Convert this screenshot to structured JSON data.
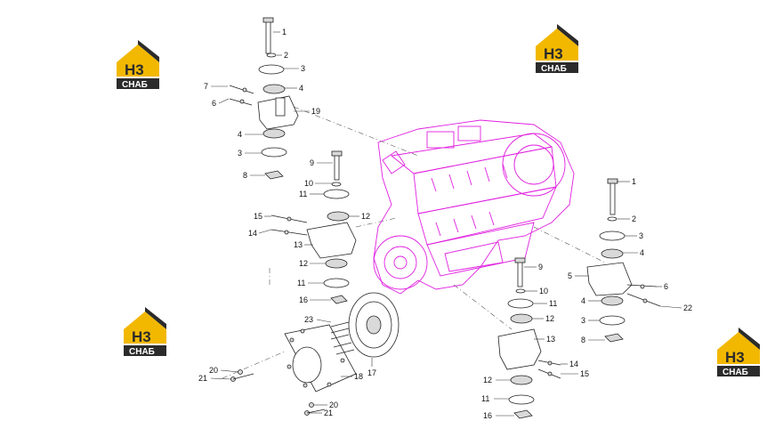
{
  "logos": [
    {
      "id": "logo-top-left",
      "letters": "Н3",
      "caption": "СНАБ"
    },
    {
      "id": "logo-top-right",
      "letters": "Н3",
      "caption": "СНАБ"
    },
    {
      "id": "logo-mid-left",
      "letters": "Н3",
      "caption": "СНАБ"
    },
    {
      "id": "logo-right",
      "letters": "Н3",
      "caption": "СНАБ"
    }
  ],
  "colors": {
    "logo_yellow": "#f2b800",
    "logo_dark": "#2b2b2b",
    "engine": "#e020e0"
  },
  "callouts": {
    "c1a": "1",
    "c2a": "2",
    "c3a": "3",
    "c4a": "4",
    "c7": "7",
    "c6a": "6",
    "c19": "19",
    "c4b": "4",
    "c3b": "3",
    "c8a": "8",
    "c9a": "9",
    "c10a": "10",
    "c11a": "11",
    "c15a": "15",
    "c12a": "12",
    "c14a": "14",
    "c13a": "13",
    "c12b": "12",
    "c11b": "11",
    "c16a": "16",
    "c23": "23",
    "c17": "17",
    "c18": "18",
    "c20a": "20",
    "c21a": "21",
    "c20b": "20",
    "c21b": "21",
    "c1b": "1",
    "c2b": "2",
    "c3c": "3",
    "c4c": "4",
    "c5": "5",
    "c6b": "6",
    "c22": "22",
    "c4d": "4",
    "c3d": "3",
    "c8b": "8",
    "c9b": "9",
    "c10b": "10",
    "c11c": "11",
    "c12c": "12",
    "c13b": "13",
    "c14b": "14",
    "c15b": "15",
    "c12d": "12",
    "c11d": "11",
    "c16b": "16"
  }
}
